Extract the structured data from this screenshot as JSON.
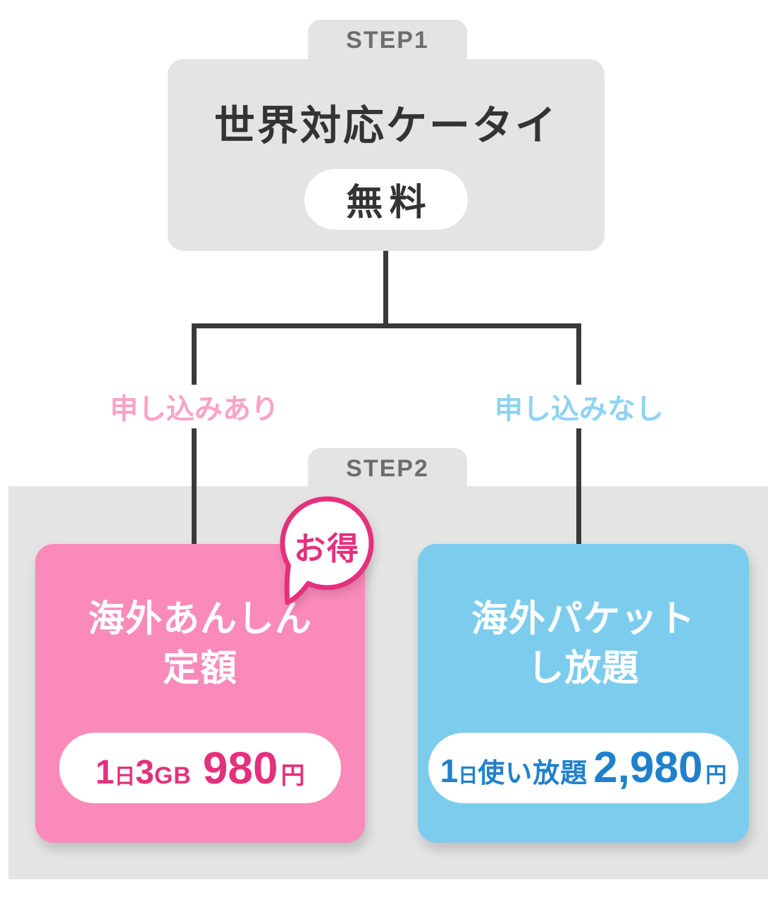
{
  "palette": {
    "gray_box": "#e4e4e4",
    "step_text": "#6d6d6d",
    "dark_text": "#333333",
    "line": "#3a3a3a",
    "pink_label": "#f9a3c7",
    "blue_label": "#8ed3f3",
    "pink_card": "#f98ab9",
    "blue_card": "#7ccded",
    "pink_accent": "#e5307c",
    "blue_accent": "#2080cc"
  },
  "step1": {
    "tab_label": "STEP1",
    "title": "世界対応ケータイ",
    "badge": "無料"
  },
  "branches": {
    "left_label": "申し込みあり",
    "right_label": "申し込みなし"
  },
  "step2": {
    "tab_label": "STEP2",
    "left_card": {
      "title_line1": "海外あんしん",
      "title_line2": "定額",
      "badge": "お得",
      "price": {
        "day_num": "1",
        "day_unit": "日",
        "qty_num": "3",
        "qty_unit": "GB",
        "amount": "980",
        "currency": "円"
      }
    },
    "right_card": {
      "title_line1": "海外パケット",
      "title_line2": "し放題",
      "price": {
        "day_num": "1",
        "day_unit": "日",
        "desc": "使い放題",
        "amount": "2,980",
        "currency": "円"
      }
    }
  }
}
